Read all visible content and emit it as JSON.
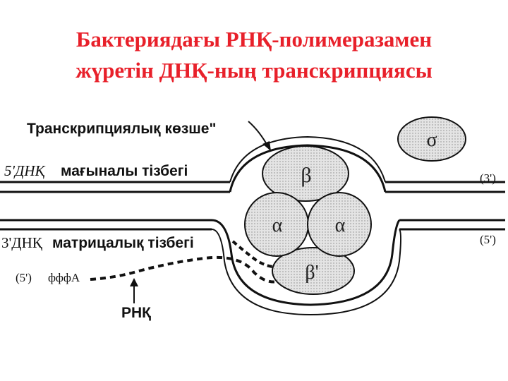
{
  "title": {
    "line1": "Бактериядағы РНҚ-полимеразамен",
    "line2": "жүретін ДНҚ-ның транскрипциясы"
  },
  "labels": {
    "bubble": "Транскрипциялық көзше\"",
    "coding_prefix": "5'ДНҚ",
    "coding_strand": "мағыналы тізбегі",
    "template_prefix": "3'ДНҚ",
    "template_strand": "матрицалық тізбегі",
    "rna_5prime": "(5')",
    "rna_ppp": "фффА",
    "rna": "РНҚ",
    "end_top": "(3')",
    "end_bottom": "(5')"
  },
  "subunits": {
    "sigma": "σ",
    "beta": "β",
    "alpha_left": "α",
    "alpha_right": "α",
    "beta_prime": "β'"
  },
  "colors": {
    "title": "#e8202a",
    "line": "#111111",
    "subunit_fill": "#d8d8d8"
  }
}
